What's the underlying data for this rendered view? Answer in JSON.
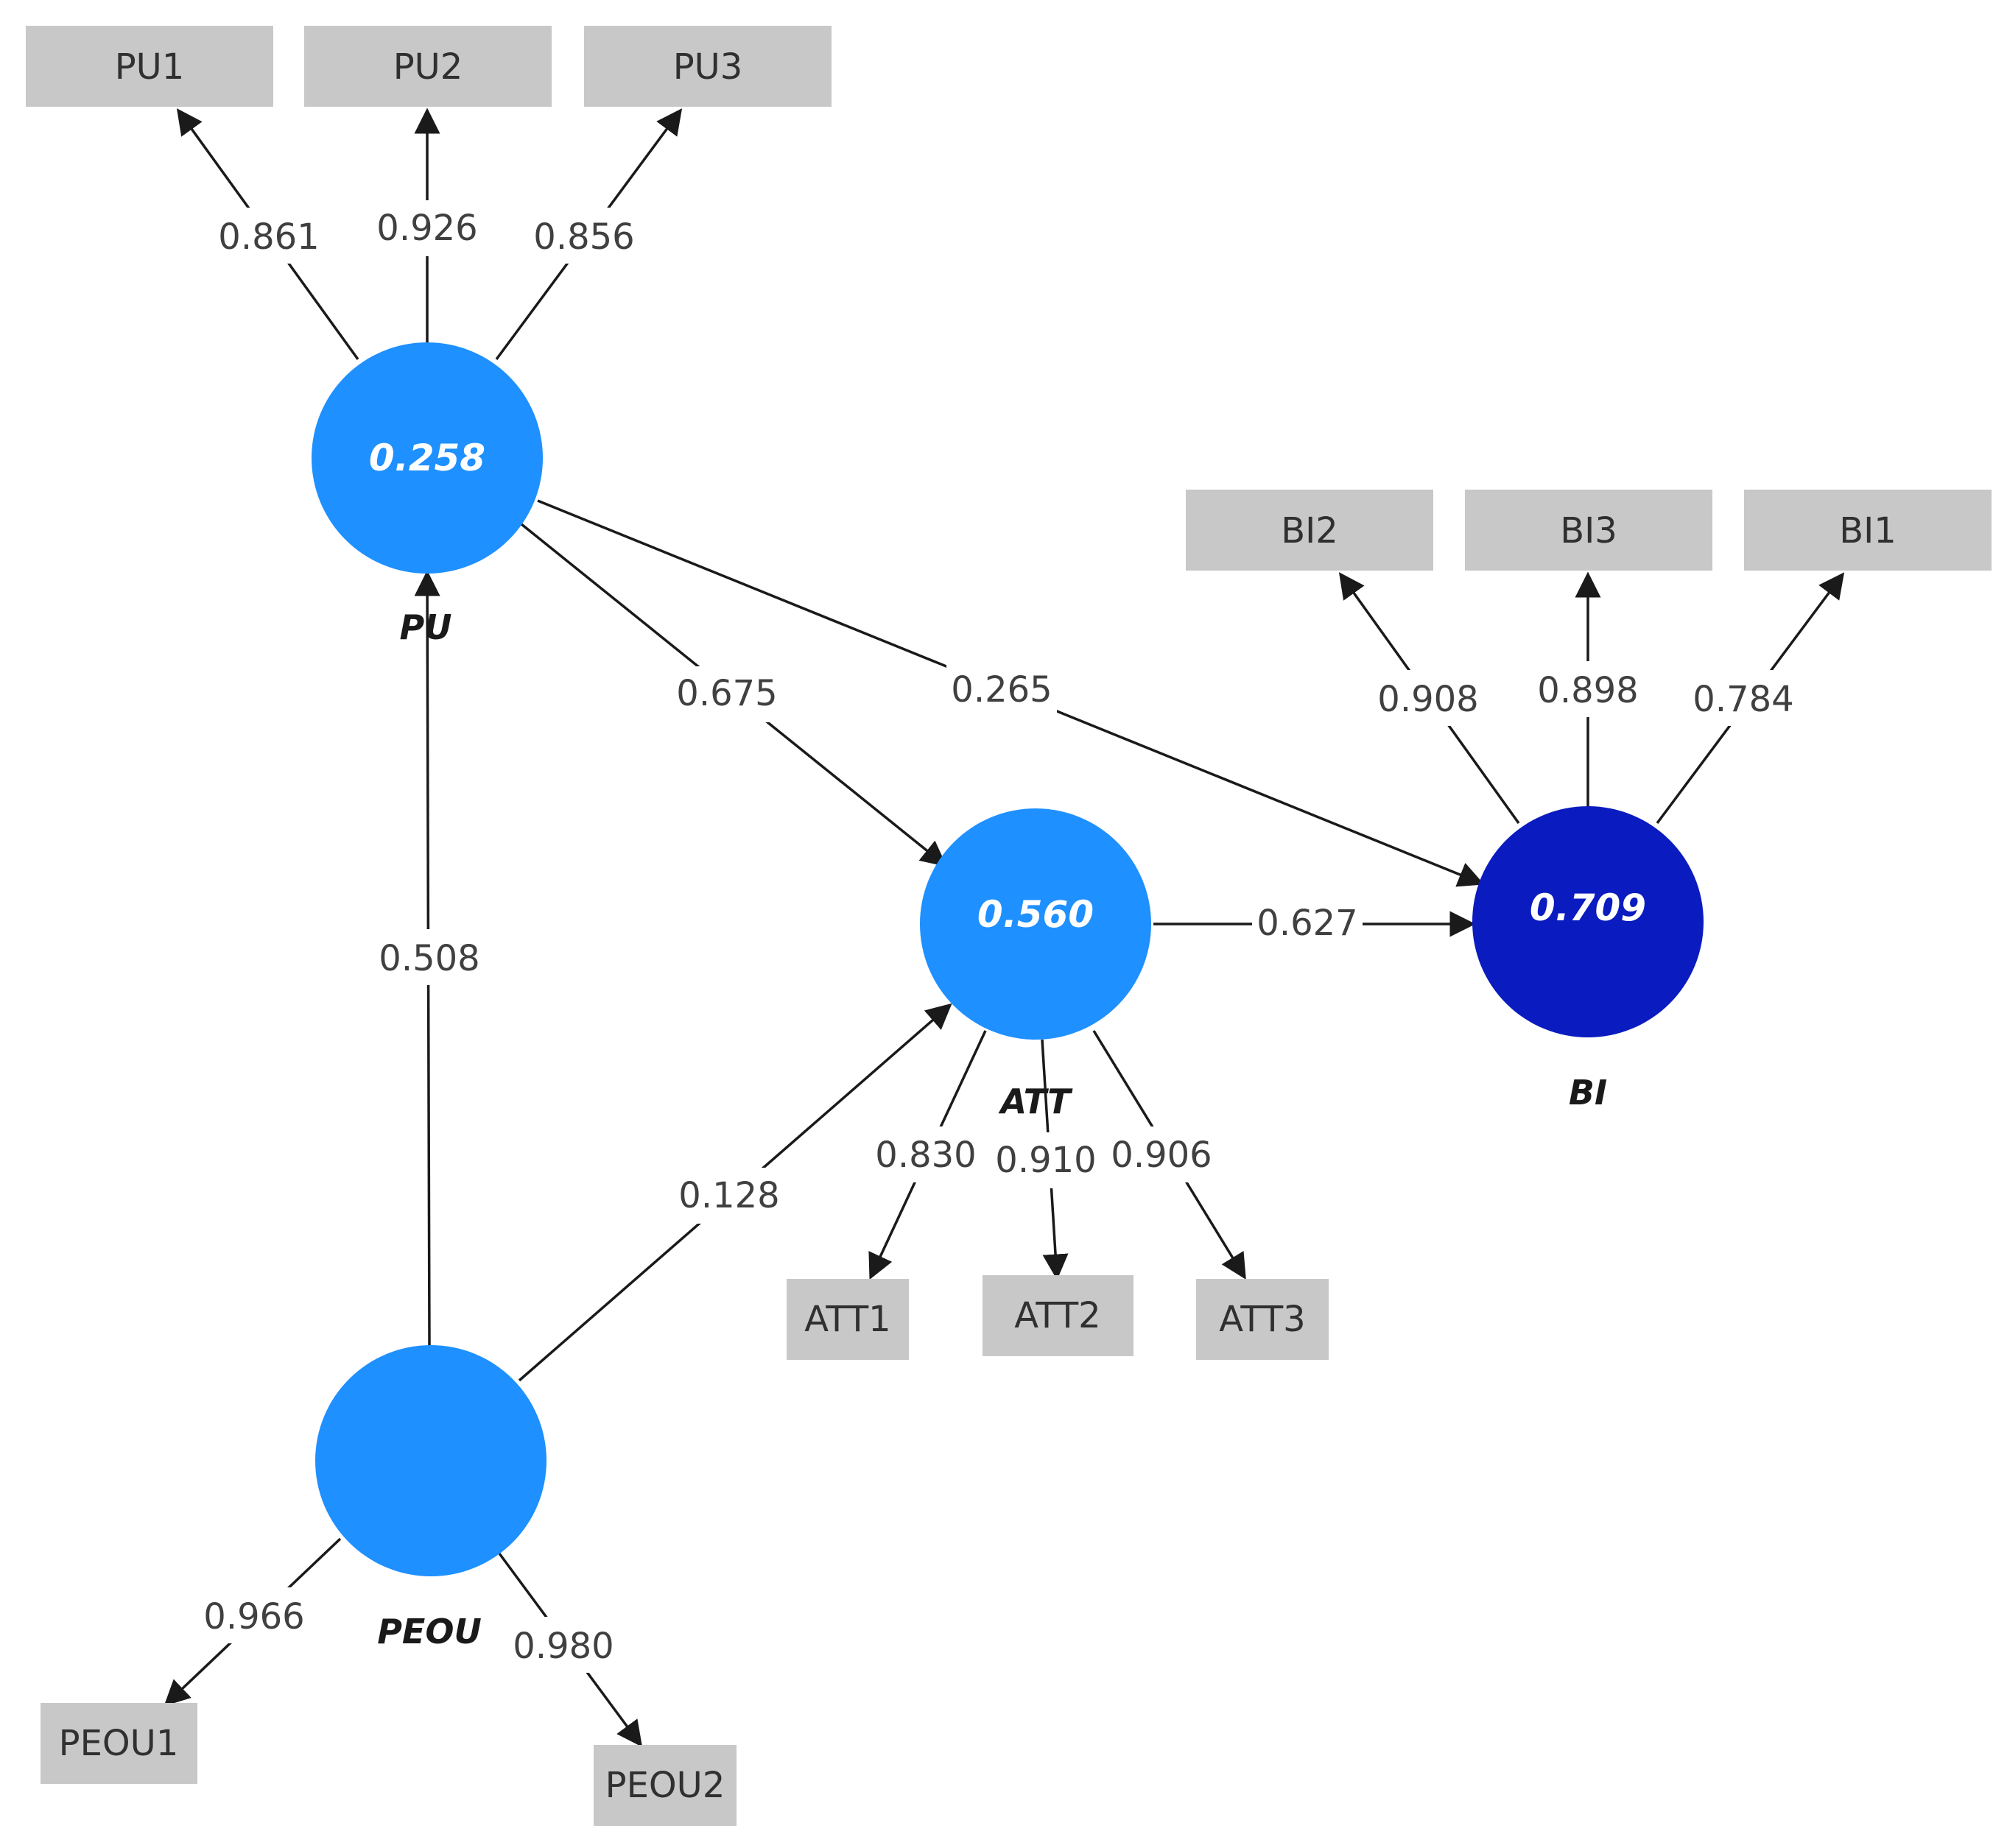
{
  "constructs": {
    "pu": {
      "name": "PU",
      "r2": "0.258"
    },
    "att": {
      "name": "ATT",
      "r2": "0.560"
    },
    "bi": {
      "name": "BI",
      "r2": "0.709",
      "color": "#0a1bbf"
    },
    "peou": {
      "name": "PEOU",
      "r2": ""
    }
  },
  "node_color": "#1e90ff",
  "indicators": {
    "pu1": "PU1",
    "pu2": "PU2",
    "pu3": "PU3",
    "bi2": "BI2",
    "bi3": "BI3",
    "bi1": "BI1",
    "att1": "ATT1",
    "att2": "ATT2",
    "att3": "ATT3",
    "peou1": "PEOU1",
    "peou2": "PEOU2"
  },
  "loadings": {
    "pu1": "0.861",
    "pu2": "0.926",
    "pu3": "0.856",
    "bi2": "0.908",
    "bi3": "0.898",
    "bi1": "0.784",
    "att1": "0.830",
    "att2": "0.910",
    "att3": "0.906",
    "peou1": "0.966",
    "peou2": "0.980"
  },
  "paths": {
    "pu_att": "0.675",
    "pu_bi": "0.265",
    "att_bi": "0.627",
    "peou_pu": "0.508",
    "peou_att": "0.128"
  }
}
